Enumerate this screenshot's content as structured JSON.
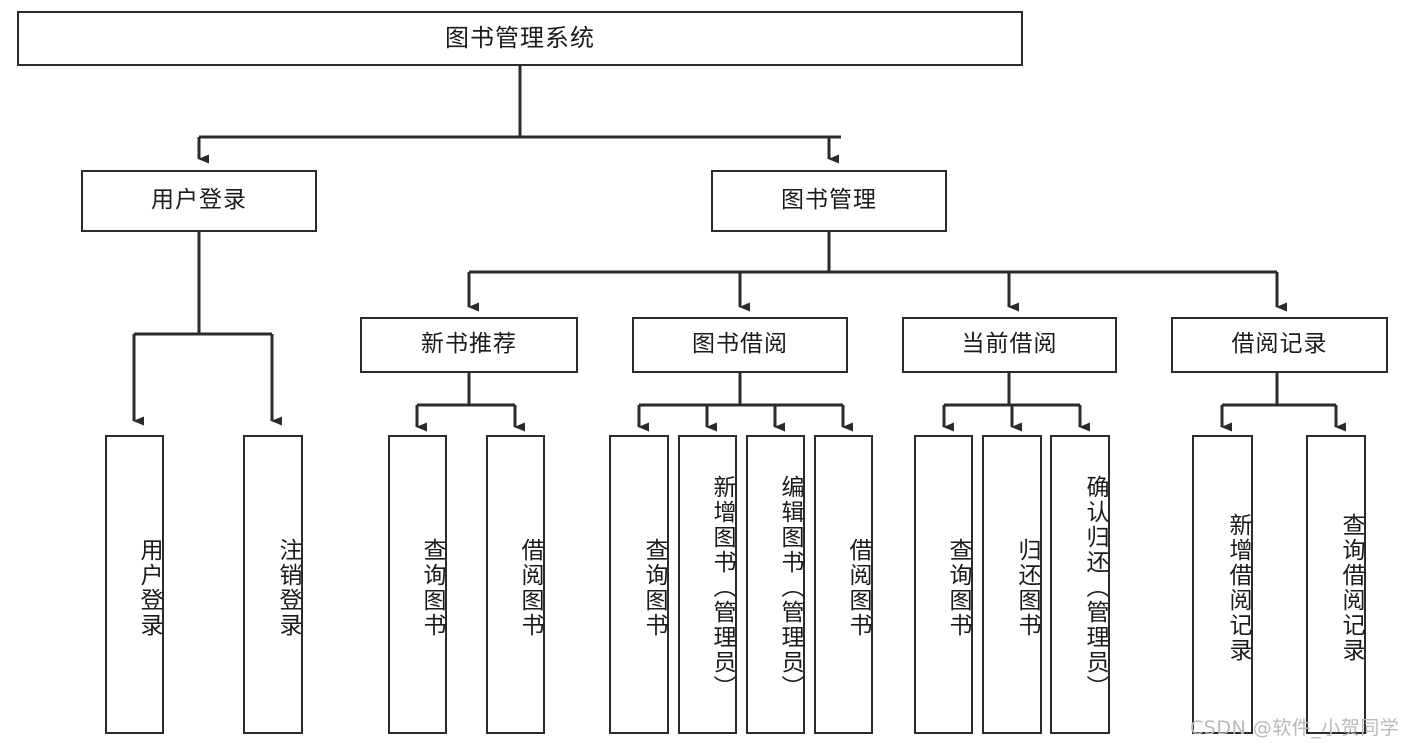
{
  "diagram": {
    "title": "图书管理系统",
    "type": "tree-hierarchy-diagram",
    "colors": {
      "box_border": "#2b2b2b",
      "box_fill": "#ffffff",
      "edge": "#2b2b2b",
      "text": "#1b1b1b",
      "watermark": "#b9b9b9",
      "background": "#ffffff"
    },
    "root": {
      "label": "图书管理系统"
    },
    "level2": [
      {
        "id": "user-login",
        "label": "用户登录"
      },
      {
        "id": "book-management",
        "label": "图书管理"
      }
    ],
    "level3": [
      {
        "id": "new-book-recommend",
        "label": "新书推荐",
        "parent": "book-management"
      },
      {
        "id": "book-borrow",
        "label": "图书借阅",
        "parent": "book-management"
      },
      {
        "id": "current-borrow",
        "label": "当前借阅",
        "parent": "book-management"
      },
      {
        "id": "borrow-record",
        "label": "借阅记录",
        "parent": "book-management"
      }
    ],
    "leaves": [
      {
        "id": "leaf-user-login",
        "label": "用户登录",
        "parent": "user-login"
      },
      {
        "id": "leaf-logout-login",
        "label": "注销登录",
        "parent": "user-login"
      },
      {
        "id": "leaf-query-book-1",
        "label": "查询图书",
        "parent": "new-book-recommend"
      },
      {
        "id": "leaf-borrow-book-1",
        "label": "借阅图书",
        "parent": "new-book-recommend"
      },
      {
        "id": "leaf-query-book-2",
        "label": "查询图书",
        "parent": "book-borrow"
      },
      {
        "id": "leaf-add-book",
        "label": "新增图书（管理员）",
        "parent": "book-borrow"
      },
      {
        "id": "leaf-edit-book",
        "label": "编辑图书（管理员）",
        "parent": "book-borrow"
      },
      {
        "id": "leaf-borrow-book-2",
        "label": "借阅图书",
        "parent": "book-borrow"
      },
      {
        "id": "leaf-query-book-3",
        "label": "查询图书",
        "parent": "current-borrow"
      },
      {
        "id": "leaf-return-book",
        "label": "归还图书",
        "parent": "current-borrow"
      },
      {
        "id": "leaf-confirm-return",
        "label": "确认归还（管理员）",
        "parent": "current-borrow"
      },
      {
        "id": "leaf-add-record",
        "label": "新增借阅记录",
        "parent": "borrow-record"
      },
      {
        "id": "leaf-query-record",
        "label": "查询借阅记录",
        "parent": "borrow-record"
      }
    ],
    "watermark": "CSDN @软件_小贺同学"
  }
}
